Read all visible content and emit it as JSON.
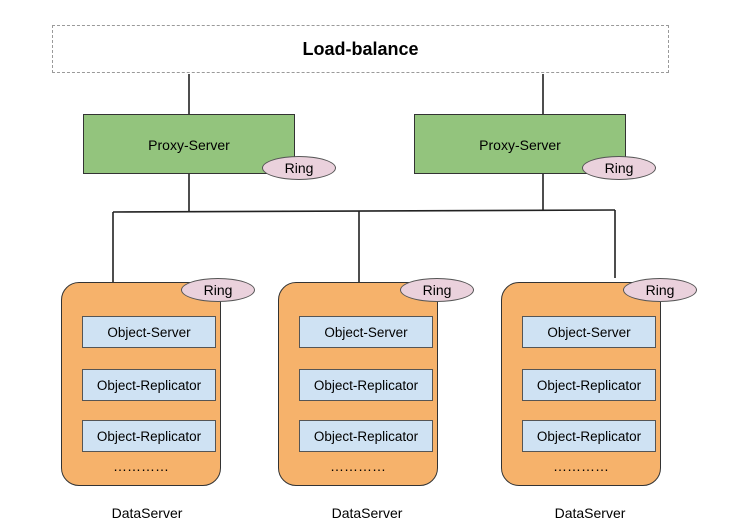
{
  "load_balancer": {
    "label": "Load-balance"
  },
  "proxies": [
    {
      "label": "Proxy-Server",
      "ring": "Ring"
    },
    {
      "label": "Proxy-Server",
      "ring": "Ring"
    }
  ],
  "data_servers": [
    {
      "ring": "Ring",
      "items": [
        "Object-Server",
        "Object-Replicator",
        "Object-Replicator"
      ],
      "ellipsis": "…………",
      "caption": "DataServer"
    },
    {
      "ring": "Ring",
      "items": [
        "Object-Server",
        "Object-Replicator",
        "Object-Replicator"
      ],
      "ellipsis": "…………",
      "caption": "DataServer"
    },
    {
      "ring": "Ring",
      "items": [
        "Object-Server",
        "Object-Replicator",
        "Object-Replicator"
      ],
      "ellipsis": "…………",
      "caption": "DataServer"
    }
  ],
  "colors": {
    "proxy_fill": "#93c47d",
    "ring_fill": "#ead1dc",
    "data_server_fill": "#f6b26b",
    "object_fill": "#cfe2f3"
  }
}
